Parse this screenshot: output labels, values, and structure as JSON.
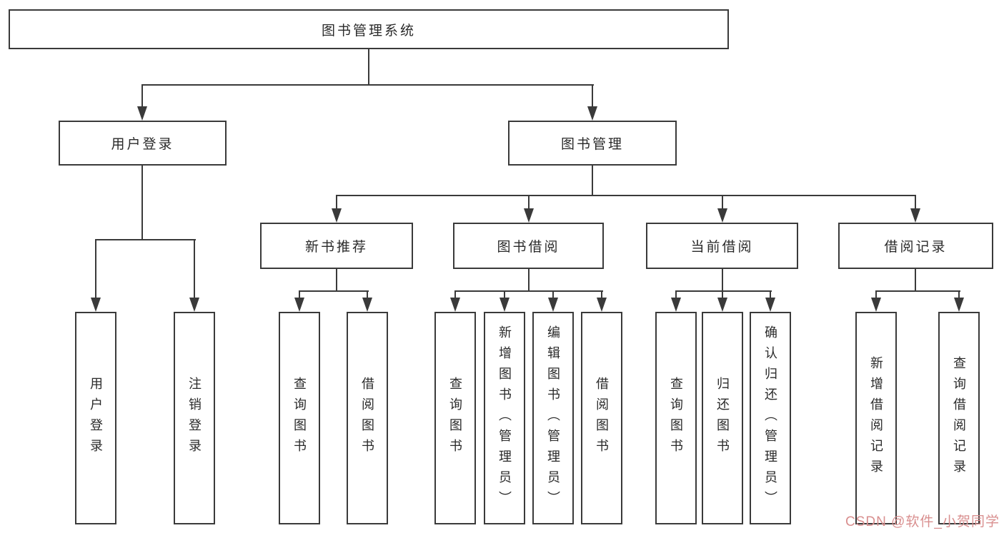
{
  "diagram": {
    "colors": {
      "line": "#3a3a3a",
      "text": "#2a2a2a",
      "watermark": "#d98f8f",
      "background": "#ffffff"
    },
    "watermark": {
      "text": "CSDN @软件_小贺同学"
    },
    "nodes": {
      "root": {
        "label": "图书管理系统"
      },
      "level2": [
        {
          "label": "用户登录",
          "parent": "图书管理系统"
        },
        {
          "label": "图书管理",
          "parent": "图书管理系统"
        }
      ],
      "level3": [
        {
          "label": "新书推荐",
          "parent": "图书管理"
        },
        {
          "label": "图书借阅",
          "parent": "图书管理"
        },
        {
          "label": "当前借阅",
          "parent": "图书管理"
        },
        {
          "label": "借阅记录",
          "parent": "图书管理"
        }
      ],
      "level4": [
        {
          "label": "用户登录",
          "parent": "用户登录"
        },
        {
          "label": "注销登录",
          "parent": "用户登录"
        },
        {
          "label": "查询图书",
          "parent": "新书推荐"
        },
        {
          "label": "借阅图书",
          "parent": "新书推荐"
        },
        {
          "label": "查询图书",
          "parent": "图书借阅"
        },
        {
          "label": "新增图书（管理员）",
          "parent": "图书借阅"
        },
        {
          "label": "编辑图书（管理员）",
          "parent": "图书借阅"
        },
        {
          "label": "借阅图书",
          "parent": "图书借阅"
        },
        {
          "label": "查询图书",
          "parent": "当前借阅"
        },
        {
          "label": "归还图书",
          "parent": "当前借阅"
        },
        {
          "label": "确认归还（管理员）",
          "parent": "当前借阅"
        },
        {
          "label": "新增借阅记录",
          "parent": "借阅记录"
        },
        {
          "label": "查询借阅记录",
          "parent": "借阅记录"
        }
      ]
    }
  }
}
